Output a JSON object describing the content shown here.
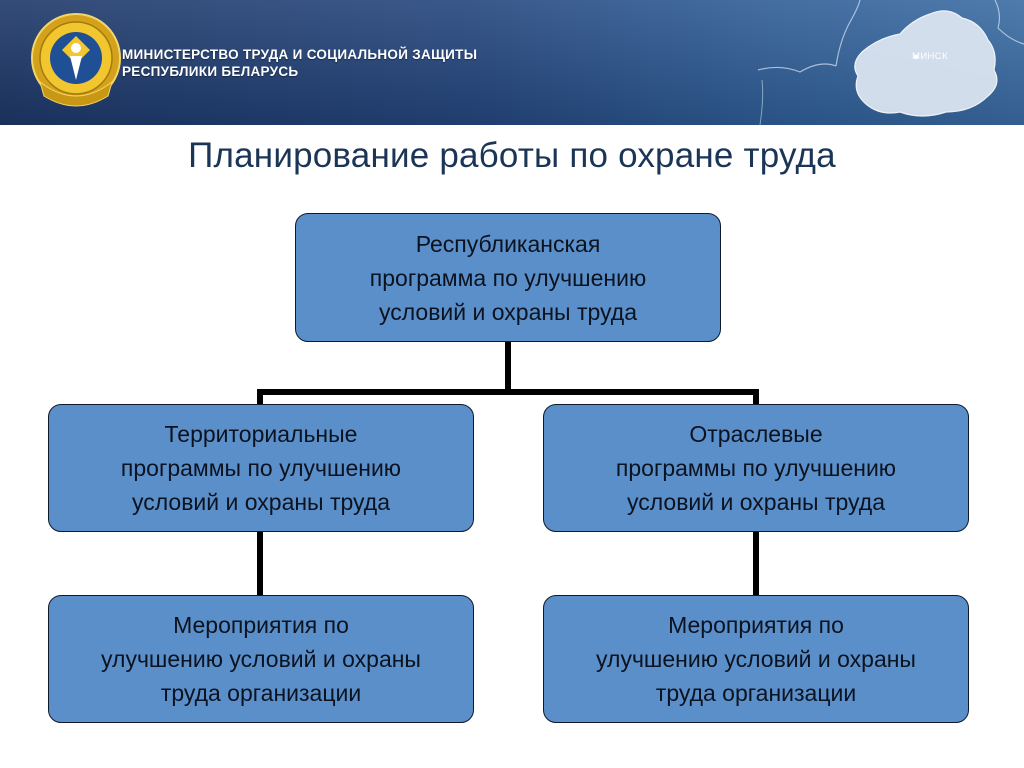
{
  "header": {
    "ministry_line1": "МИНИСТЕРСТВО ТРУДА И СОЦИАЛЬНОЙ ЗАЩИТЫ",
    "ministry_line2": "РЕСПУБЛИКИ БЕЛАРУСЬ",
    "map_city_label": "МИНСК",
    "emblem_icon": "ministry-emblem-icon",
    "map_icon": "belarus-map-icon"
  },
  "title": "Планирование работы по охране труда",
  "diagram": {
    "root": {
      "lines": [
        "Республиканская",
        "программа по улучшению",
        "условий и охраны труда"
      ]
    },
    "left_mid": {
      "lines": [
        "Территориальные",
        "программы по улучшению",
        "условий и охраны труда"
      ]
    },
    "right_mid": {
      "lines": [
        "Отраслевые",
        "программы по улучшению",
        "условий и охраны труда"
      ]
    },
    "left_bottom": {
      "lines": [
        "Мероприятия по",
        "улучшению условий и охраны",
        "труда организации"
      ]
    },
    "right_bottom": {
      "lines": [
        "Мероприятия по",
        "улучшению условий и охраны",
        "труда организации"
      ]
    }
  },
  "colors": {
    "banner": "#23457c",
    "box_fill": "#5b8fc9",
    "box_border": "#0e1a2c",
    "connector": "#000000",
    "title_text": "#1b3556"
  }
}
